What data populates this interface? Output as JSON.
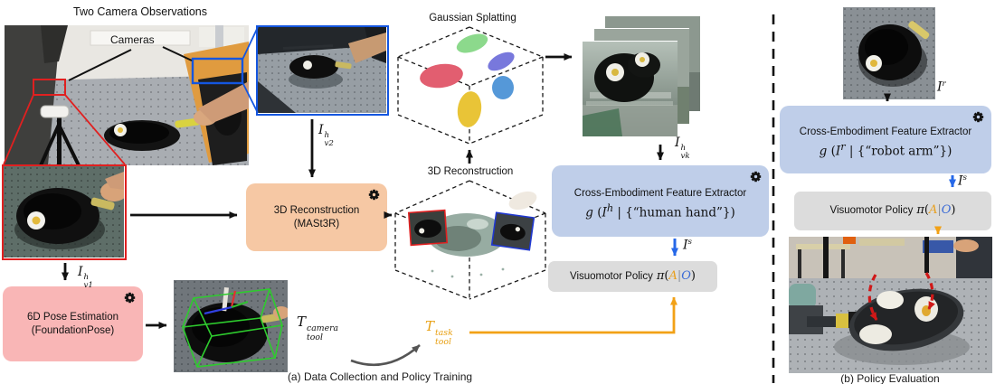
{
  "figure": {
    "panel_a": {
      "caption": "(a) Data Collection and Policy Training",
      "observations_title": "Two Camera Observations",
      "cameras_label": "Cameras",
      "gaussian_title": "Gaussian Splatting",
      "recon_cube_title": "3D Reconstruction",
      "recon_box": {
        "line1": "3D Reconstruction",
        "line2": "(MASt3R)"
      },
      "pose_box": {
        "line1": "6D Pose Estimation",
        "line2": "(FoundationPose)"
      },
      "extractor_box": {
        "title": "Cross-Embodiment Feature Extractor",
        "f_g": "g",
        "f_open": " (",
        "f_I": "I",
        "f_sup": "h",
        "f_rest": " | {“human hand”})"
      },
      "policy_box": {
        "label": "Visuomotor Policy",
        "pi": "π",
        "open": "(",
        "action": "A",
        "bar": "|",
        "obs": "O",
        "close": ")"
      }
    },
    "panel_b": {
      "caption": "(b) Policy Evaluation",
      "extractor_box": {
        "title": "Cross-Embodiment Feature Extractor",
        "f_g": "g",
        "f_open": " (",
        "f_I": "I",
        "f_sup": "r",
        "f_rest": " | {“robot arm”})"
      },
      "policy_box": {
        "label": "Visuomotor Policy",
        "pi": "π",
        "open": "(",
        "action": "A",
        "bar": "|",
        "obs": "O",
        "close": ")"
      }
    },
    "math": {
      "i_v1": {
        "base": "I",
        "sup": "h",
        "sub": "v1"
      },
      "i_v2": {
        "base": "I",
        "sup": "h",
        "sub": "v2"
      },
      "i_vk": {
        "base": "I",
        "sup": "h",
        "sub": "vk"
      },
      "i_s_a": {
        "base": "I",
        "sup": "s"
      },
      "i_s_b": {
        "base": "I",
        "sup": "s"
      },
      "i_r": {
        "base": "I",
        "sup": "r"
      },
      "t_camera": {
        "base": "T",
        "sup": "camera",
        "sub": "tool"
      },
      "t_task": {
        "base": "T",
        "sup": "task",
        "sub": "tool"
      }
    },
    "colors": {
      "pose_box_bg": "#F9B6B6",
      "recon_box_bg": "#F6C8A4",
      "extractor_box_bg": "#BFCEE9",
      "policy_box_bg": "#DCDCDC",
      "action_color": "#E8A020",
      "observation_color": "#3B6BD6",
      "orange_arrow": "#F2A116",
      "blue_arrow": "#2668E8",
      "red_highlight": "#E02020",
      "blue_highlight": "#1456E0",
      "gaussian_ellipses": [
        "#8CD98C",
        "#E25E70",
        "#7878DC",
        "#5598D8",
        "#E9C437"
      ]
    }
  }
}
